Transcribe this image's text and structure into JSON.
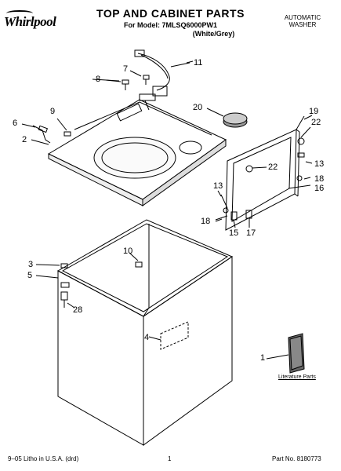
{
  "header": {
    "brand": "Whirlpool",
    "title": "TOP AND CABINET PARTS",
    "model_line": "For Model: 7MLSQ6000PW1",
    "color_line": "(White/Grey)",
    "product_type_line1": "AUTOMATIC",
    "product_type_line2": "WASHER"
  },
  "callouts": [
    "1",
    "2",
    "3",
    "4",
    "5",
    "6",
    "7",
    "8",
    "9",
    "10",
    "11",
    "13",
    "13",
    "15",
    "16",
    "17",
    "18",
    "18",
    "19",
    "20",
    "22",
    "22",
    "28"
  ],
  "literature_label": "Literature Parts",
  "footer": {
    "print_info": "9–05 Litho in U.S.A. (drd)",
    "page_number": "1",
    "part_number": "Part No. 8180773"
  }
}
